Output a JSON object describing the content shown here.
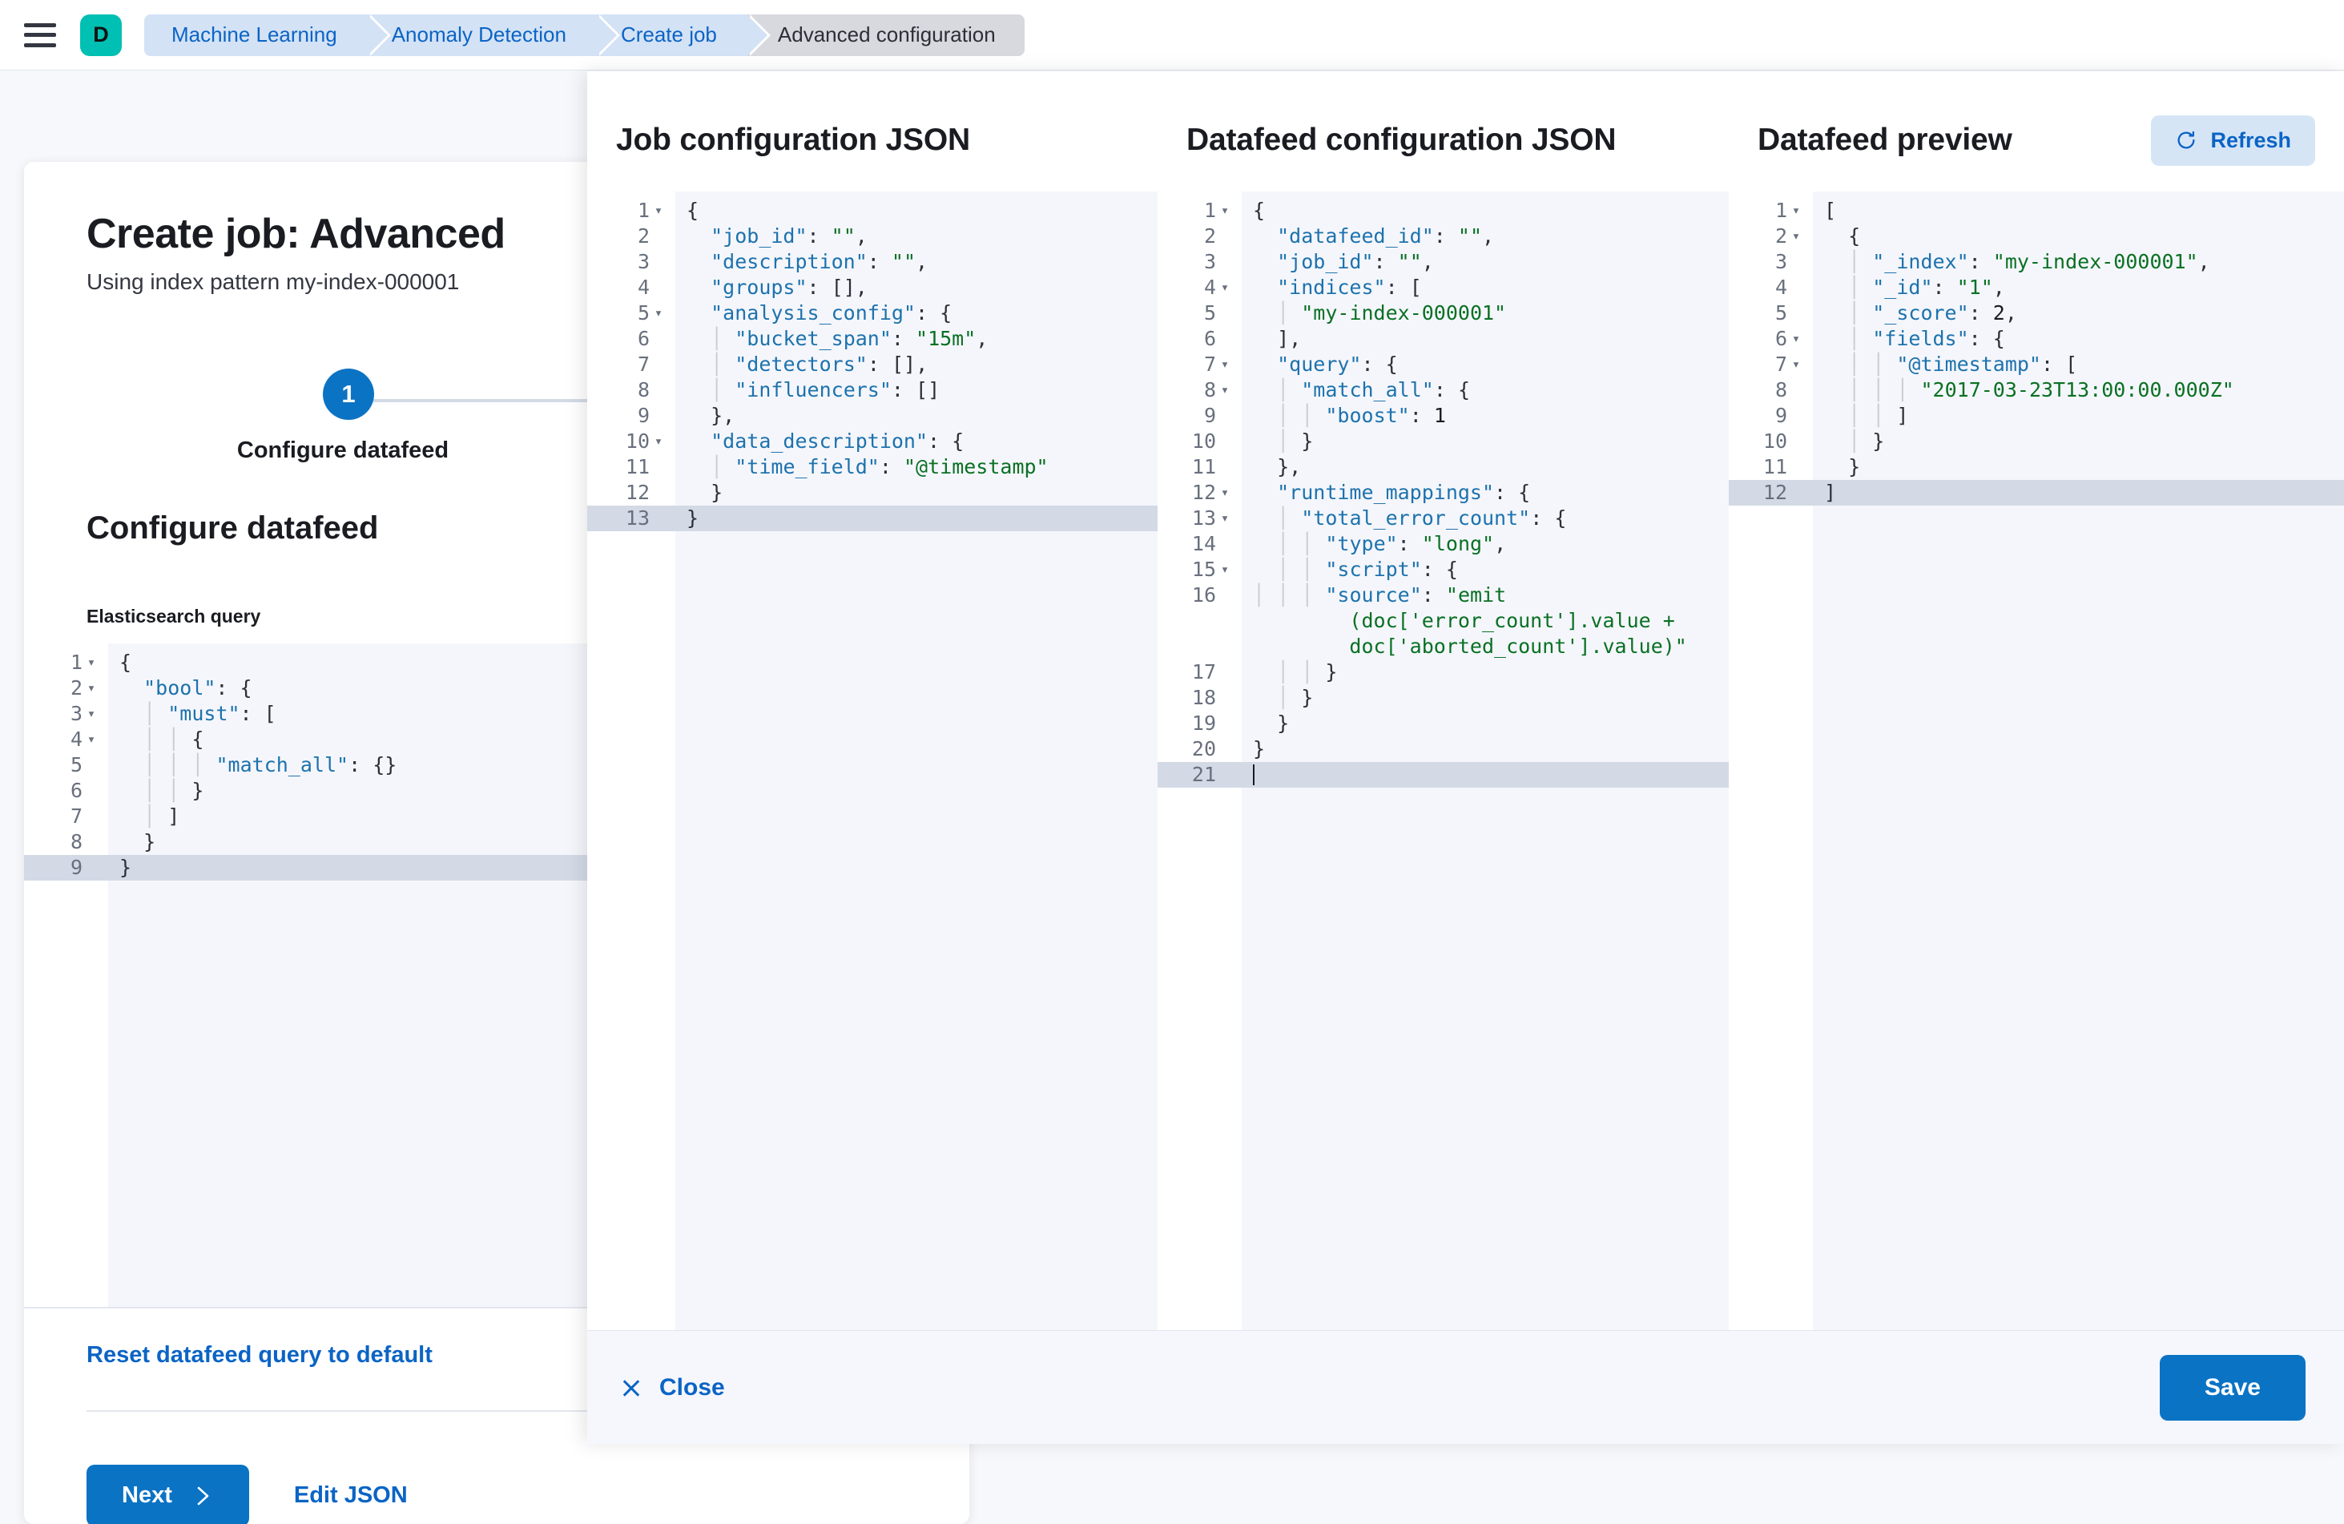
{
  "topbar": {
    "menu_icon": "hamburger-menu-icon",
    "app_logo_letter": "D",
    "breadcrumbs": [
      {
        "label": "Machine Learning",
        "active": false
      },
      {
        "label": "Anomaly Detection",
        "active": false
      },
      {
        "label": "Create job",
        "active": false
      },
      {
        "label": "Advanced configuration",
        "active": true
      }
    ]
  },
  "left_panel": {
    "title": "Create job: Advanced",
    "subtitle": "Using index pattern my-index-000001",
    "step_number": "1",
    "step_label": "Configure datafeed",
    "section_title": "Configure datafeed",
    "query_field_label": "Elasticsearch query",
    "reset_link": "Reset datafeed query to default",
    "next_button": "Next",
    "next_icon": "chevron-right-icon",
    "edit_json_button": "Edit JSON",
    "query_editor": {
      "active_line": 9,
      "lines": [
        {
          "n": 1,
          "fold": true,
          "text": "{"
        },
        {
          "n": 2,
          "fold": true,
          "text": "  \"bool\": {"
        },
        {
          "n": 3,
          "fold": true,
          "text": "    \"must\": ["
        },
        {
          "n": 4,
          "fold": true,
          "text": "      {"
        },
        {
          "n": 5,
          "fold": false,
          "text": "        \"match_all\": {}"
        },
        {
          "n": 6,
          "fold": false,
          "text": "      }"
        },
        {
          "n": 7,
          "fold": false,
          "text": "    ]"
        },
        {
          "n": 8,
          "fold": false,
          "text": "  }"
        },
        {
          "n": 9,
          "fold": false,
          "text": "}"
        }
      ]
    }
  },
  "flyout": {
    "columns": [
      {
        "title": "Job configuration JSON",
        "active_line": 13,
        "lines": [
          {
            "n": 1,
            "fold": true,
            "text": "{"
          },
          {
            "n": 2,
            "fold": false,
            "text": "  \"job_id\": \"\","
          },
          {
            "n": 3,
            "fold": false,
            "text": "  \"description\": \"\","
          },
          {
            "n": 4,
            "fold": false,
            "text": "  \"groups\": [],"
          },
          {
            "n": 5,
            "fold": true,
            "text": "  \"analysis_config\": {"
          },
          {
            "n": 6,
            "fold": false,
            "text": "    \"bucket_span\": \"15m\","
          },
          {
            "n": 7,
            "fold": false,
            "text": "    \"detectors\": [],"
          },
          {
            "n": 8,
            "fold": false,
            "text": "    \"influencers\": []"
          },
          {
            "n": 9,
            "fold": false,
            "text": "  },"
          },
          {
            "n": 10,
            "fold": true,
            "text": "  \"data_description\": {"
          },
          {
            "n": 11,
            "fold": false,
            "text": "    \"time_field\": \"@timestamp\""
          },
          {
            "n": 12,
            "fold": false,
            "text": "  }"
          },
          {
            "n": 13,
            "fold": false,
            "text": "}"
          }
        ]
      },
      {
        "title": "Datafeed configuration JSON",
        "active_line": 21,
        "lines": [
          {
            "n": 1,
            "fold": true,
            "text": "{"
          },
          {
            "n": 2,
            "fold": false,
            "text": "  \"datafeed_id\": \"\","
          },
          {
            "n": 3,
            "fold": false,
            "text": "  \"job_id\": \"\","
          },
          {
            "n": 4,
            "fold": true,
            "text": "  \"indices\": ["
          },
          {
            "n": 5,
            "fold": false,
            "text": "    \"my-index-000001\""
          },
          {
            "n": 6,
            "fold": false,
            "text": "  ],"
          },
          {
            "n": 7,
            "fold": true,
            "text": "  \"query\": {"
          },
          {
            "n": 8,
            "fold": true,
            "text": "    \"match_all\": {"
          },
          {
            "n": 9,
            "fold": false,
            "text": "      \"boost\": 1"
          },
          {
            "n": 10,
            "fold": false,
            "text": "    }"
          },
          {
            "n": 11,
            "fold": false,
            "text": "  },"
          },
          {
            "n": 12,
            "fold": true,
            "text": "  \"runtime_mappings\": {"
          },
          {
            "n": 13,
            "fold": true,
            "text": "    \"total_error_count\": {"
          },
          {
            "n": 14,
            "fold": false,
            "text": "      \"type\": \"long\","
          },
          {
            "n": 15,
            "fold": true,
            "text": "      \"script\": {"
          },
          {
            "n": 16,
            "fold": false,
            "wrap": 3,
            "text": "        \"source\": \"emit(doc['error_count'].value + doc['aborted_count'].value)\""
          },
          {
            "n": 17,
            "fold": false,
            "text": "      }"
          },
          {
            "n": 18,
            "fold": false,
            "text": "    }"
          },
          {
            "n": 19,
            "fold": false,
            "text": "  }"
          },
          {
            "n": 20,
            "fold": false,
            "text": "}"
          },
          {
            "n": 21,
            "fold": false,
            "text": ""
          }
        ]
      },
      {
        "title": "Datafeed preview",
        "refresh_label": "Refresh",
        "refresh_icon": "refresh-icon",
        "active_line": 12,
        "lines": [
          {
            "n": 1,
            "fold": true,
            "text": "["
          },
          {
            "n": 2,
            "fold": true,
            "text": "  {"
          },
          {
            "n": 3,
            "fold": false,
            "text": "    \"_index\": \"my-index-000001\","
          },
          {
            "n": 4,
            "fold": false,
            "text": "    \"_id\": \"1\","
          },
          {
            "n": 5,
            "fold": false,
            "text": "    \"_score\": 2,"
          },
          {
            "n": 6,
            "fold": true,
            "text": "    \"fields\": {"
          },
          {
            "n": 7,
            "fold": true,
            "text": "      \"@timestamp\": ["
          },
          {
            "n": 8,
            "fold": false,
            "text": "        \"2017-03-23T13:00:00.000Z\""
          },
          {
            "n": 9,
            "fold": false,
            "text": "      ]"
          },
          {
            "n": 10,
            "fold": false,
            "text": "    }"
          },
          {
            "n": 11,
            "fold": false,
            "text": "  }"
          },
          {
            "n": 12,
            "fold": false,
            "text": "]"
          }
        ]
      }
    ],
    "footer": {
      "close_label": "Close",
      "close_icon": "close-x-icon",
      "save_label": "Save"
    }
  },
  "colors": {
    "accent_blue": "#0b73c4",
    "link_blue": "#0b64c5",
    "logo_teal": "#00bfb3",
    "crumb_blue": "#d3e2f5",
    "crumb_grey": "#d7d9de",
    "string_green": "#0a7023",
    "key_blue": "#1d72ad",
    "active_line": "#d3dae6"
  }
}
